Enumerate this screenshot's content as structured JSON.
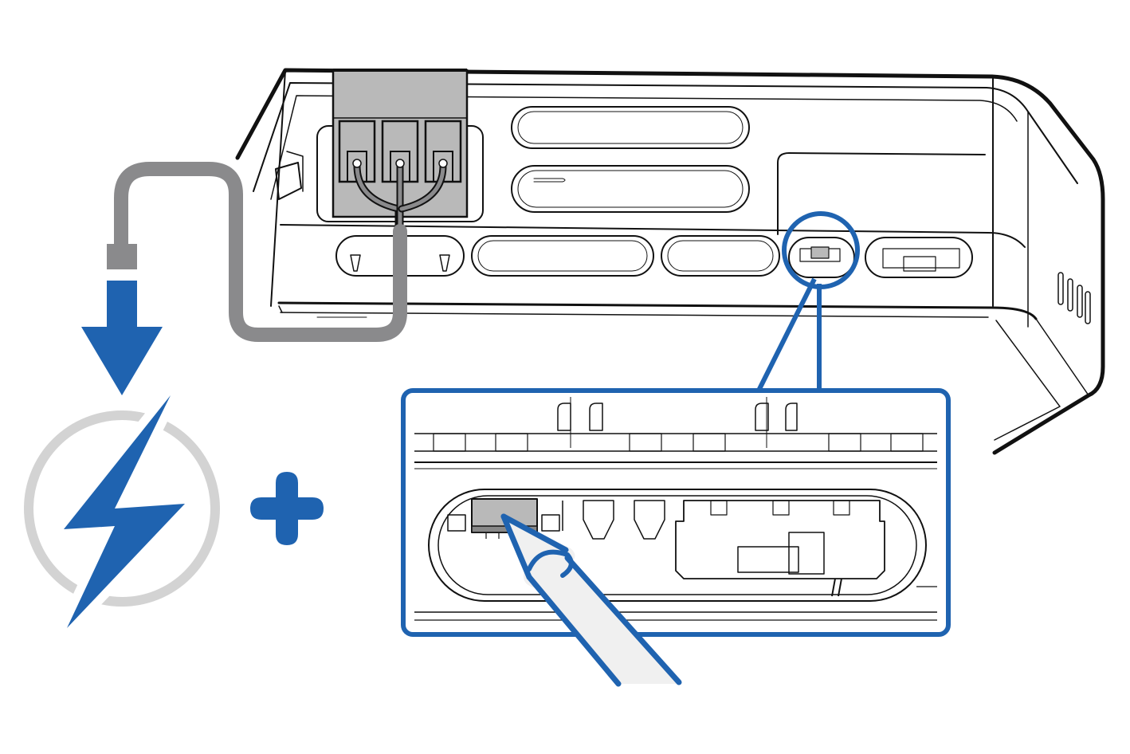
{
  "illustration": {
    "colors": {
      "accent_blue": "#1f63b0",
      "cable_gray": "#8a8a8c",
      "connector_gray": "#b9b9b9",
      "ring_gray": "#d3d3d3",
      "line_black": "#111111",
      "tool_fill": "#f0f0f0"
    },
    "icons": [
      "power-lightning-icon",
      "plus-icon",
      "down-arrow-icon",
      "terminal-block-connector",
      "reset-button",
      "magnifier-callout",
      "stylus-tool"
    ]
  }
}
